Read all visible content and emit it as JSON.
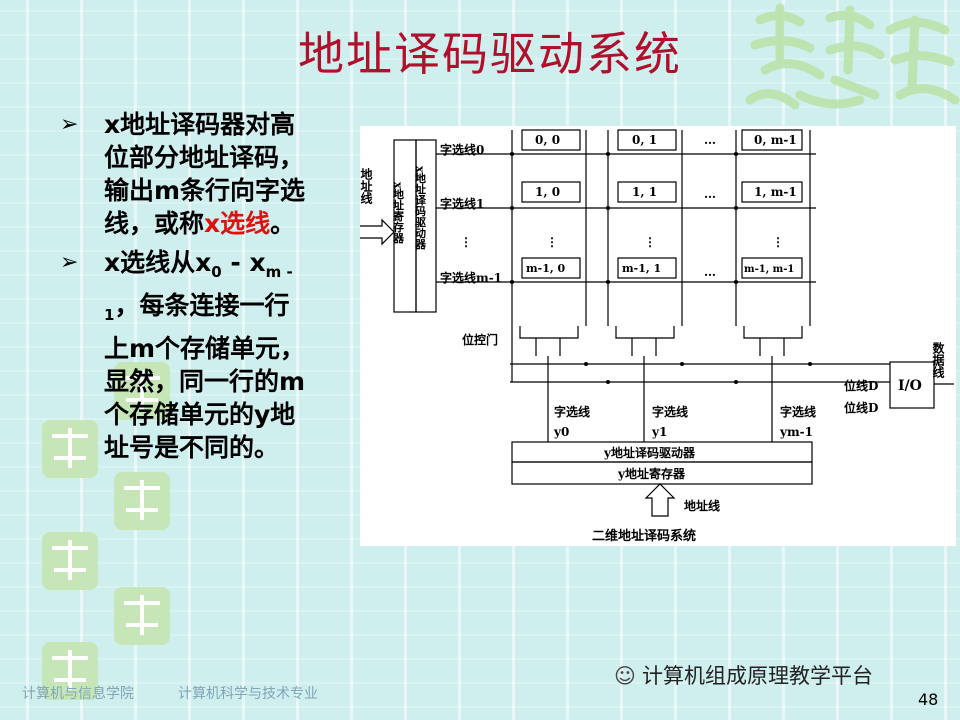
{
  "title": "地址译码驱动系统",
  "bullets": [
    {
      "text_before": "x地址译码器对高位部分地址译码，输出m条行向字选线，或称",
      "highlight": "x选线",
      "text_after": "。"
    },
    {
      "text_before": "x选线从x",
      "sub1": "0",
      "mid": " - x",
      "sub2": "m - 1",
      "text_after": "，每条连接一行上m个存储单元，显然，同一行的m个存储单元的y地址号是不同的。"
    }
  ],
  "diagram": {
    "left_addr_label": "地址线",
    "x_reg_label": "x地址寄存器",
    "x_driver_label": "x地址译码驱动器",
    "word_lines": [
      "字选线0",
      "字选线1",
      "字选线m-1"
    ],
    "cells_row0": [
      "0, 0",
      "0, 1",
      "0, m-1"
    ],
    "cells_row1": [
      "1, 0",
      "1, 1",
      "1, m-1"
    ],
    "cells_rowm": [
      "m-1, 0",
      "m-1, 1",
      "m-1, m-1"
    ],
    "dots_h": "…",
    "dots_v": "⋮",
    "bit_gate_label": "位控门",
    "bit_line_1": "位线D",
    "bit_line_2": "位线D",
    "io_label": "I/O",
    "data_line_label": "数据线",
    "y_select_labels": [
      "字选线",
      "字选线",
      "字选线"
    ],
    "y_subs": [
      "y0",
      "y1",
      "ym-1"
    ],
    "y_driver_label": "y地址译码驱动器",
    "y_reg_label": "y地址寄存器",
    "bottom_addr_label": "地址线",
    "caption": "二维地址译码系统"
  },
  "footer": {
    "left1": "计算机与信息学院",
    "left2": "计算机科学与技术专业",
    "wechat": "计算机组成原理教学平台",
    "page": "48"
  },
  "colors": {
    "title": "#b0102c",
    "highlight": "#e01010",
    "bg": "#cfeeee"
  }
}
